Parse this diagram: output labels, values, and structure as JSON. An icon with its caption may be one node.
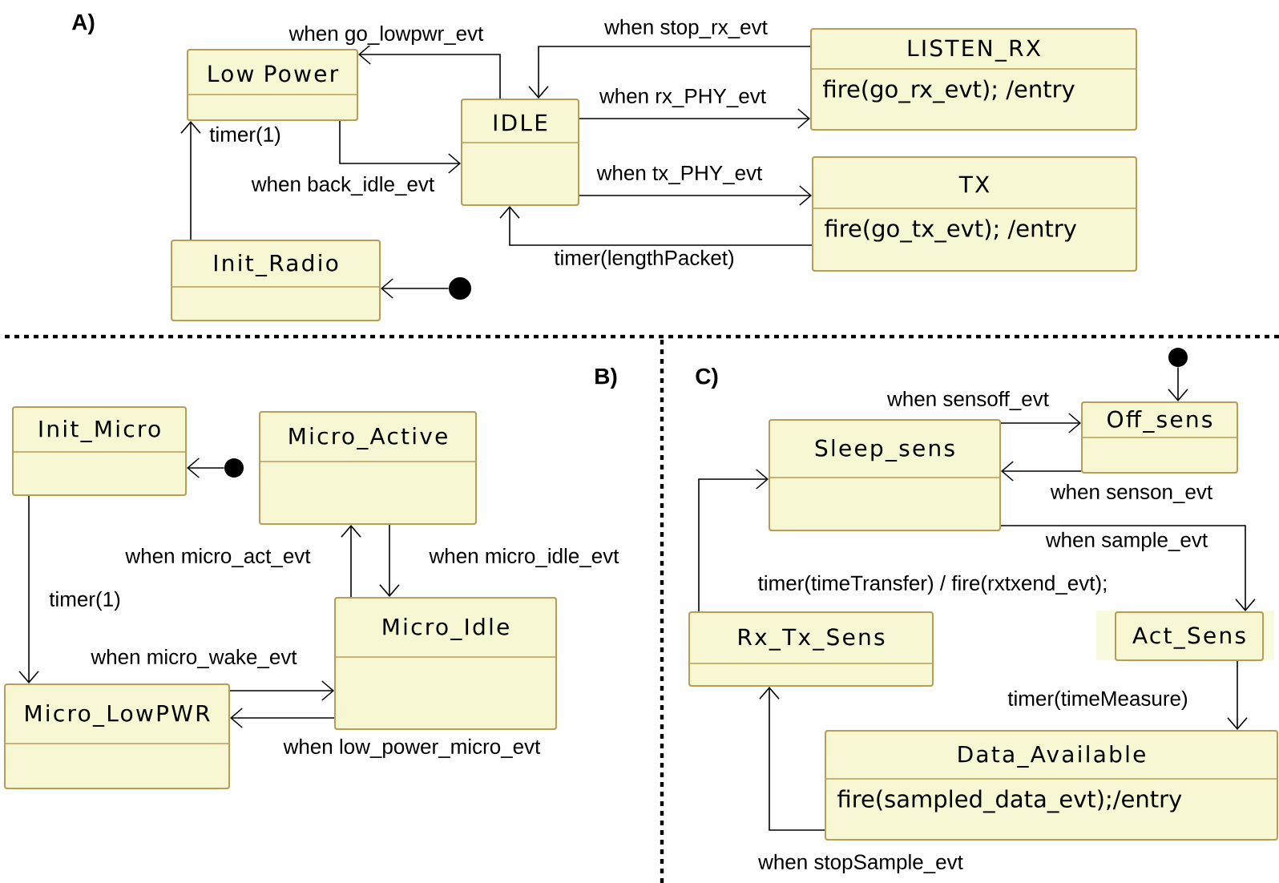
{
  "diagram": {
    "nodes": [
      {
        "text": [
          "Low Power"
        ]
      },
      {
        "text": [
          "IDLE"
        ]
      },
      {
        "text": [
          "LISTEN_RX",
          "fire(go_rx_evt); /entry"
        ]
      },
      {
        "text": [
          "TX",
          "fire(go_tx_evt); /entry"
        ]
      },
      {
        "text": [
          "Init_Radio"
        ]
      },
      {
        "text": [],
        "shape": "circle"
      },
      {
        "text": [
          "Init_Micro"
        ]
      },
      {
        "text": [],
        "shape": "circle"
      },
      {
        "text": [
          "Micro_Active"
        ]
      },
      {
        "text": [
          "Micro_Idle"
        ]
      },
      {
        "text": [
          "Micro_LowPWR"
        ]
      },
      {
        "text": [],
        "shape": "circle"
      },
      {
        "text": [
          "Off_sens"
        ]
      },
      {
        "text": [
          "Sleep_sens"
        ]
      },
      {
        "text": [
          "Rx_Tx_Sens"
        ]
      },
      {
        "text": [
          "Act_Sens"
        ]
      },
      {
        "text": [
          "Data_Available",
          "fire(sampled_data_evt);/entry"
        ]
      }
    ],
    "edges": [
      {
        "from": 1,
        "to": 0,
        "arrow": "to",
        "label": "when go_lowpwr_evt"
      },
      {
        "from": 0,
        "to": 1,
        "arrow": "to",
        "label": "when back_idle_evt"
      },
      {
        "from": 4,
        "to": 0,
        "arrow": "to",
        "label": "timer(1)"
      },
      {
        "from": 5,
        "to": 4,
        "arrow": "to"
      },
      {
        "from": 2,
        "to": 1,
        "arrow": "to",
        "label": "when stop_rx_evt"
      },
      {
        "from": 1,
        "to": 2,
        "arrow": "to",
        "label": "when rx_PHY_evt"
      },
      {
        "from": 1,
        "to": 3,
        "arrow": "to",
        "label": "when tx_PHY_evt"
      },
      {
        "from": 3,
        "to": 1,
        "arrow": "to",
        "label": "timer(lengthPacket)"
      },
      {
        "from": 7,
        "to": 6,
        "arrow": "to"
      },
      {
        "from": 6,
        "to": 10,
        "arrow": "to",
        "label": "timer(1)"
      },
      {
        "from": 9,
        "to": 8,
        "arrow": "to",
        "label": "when micro_act_evt"
      },
      {
        "from": 8,
        "to": 9,
        "arrow": "to",
        "label": "when micro_idle_evt"
      },
      {
        "from": 10,
        "to": 9,
        "arrow": "to",
        "label": "when micro_wake_evt"
      },
      {
        "from": 9,
        "to": 10,
        "arrow": "to",
        "label": "when low_power_micro_evt"
      },
      {
        "from": 11,
        "to": 12,
        "arrow": "to"
      },
      {
        "from": 13,
        "to": 12,
        "arrow": "to",
        "label": "when sensoff_evt"
      },
      {
        "from": 12,
        "to": 13,
        "arrow": "to",
        "label": "when senson_evt"
      },
      {
        "from": 13,
        "to": 15,
        "arrow": "to",
        "label": "when sample_evt"
      },
      {
        "from": 15,
        "to": 16,
        "arrow": "to",
        "label": "timer(timeMeasure)"
      },
      {
        "from": 16,
        "to": 14,
        "arrow": "to",
        "label": "when stopSample_evt"
      },
      {
        "from": 14,
        "to": 13,
        "arrow": "to",
        "label": "timer(timeTransfer) / fire(rxtxend_evt);"
      }
    ],
    "labels": [
      "A)",
      "B)",
      "C)"
    ]
  }
}
